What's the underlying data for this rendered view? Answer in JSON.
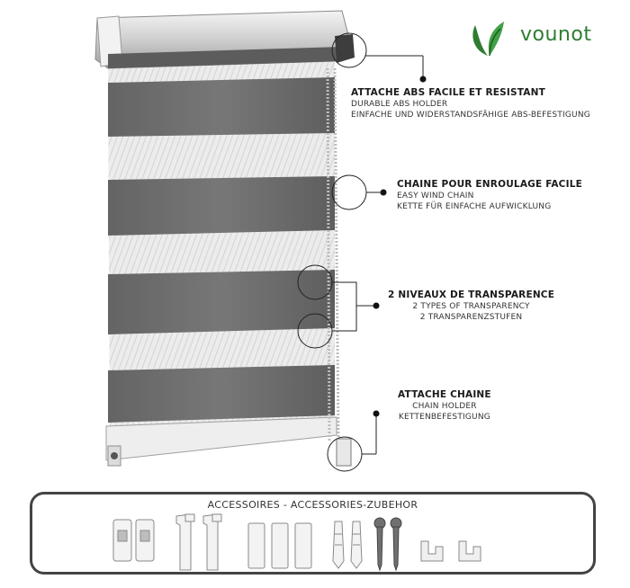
{
  "brand": {
    "name": "vounot",
    "color": "#2e7d32",
    "icon": "leaf-logo-icon"
  },
  "callouts": [
    {
      "title": "ATTACHE ABS FACILE ET RESISTANT",
      "lines": [
        "DURABLE ABS HOLDER",
        "EINFACHE UND WIDERSTANDSFÄHIGE ABS-BEFESTIGUNG"
      ]
    },
    {
      "title": "CHAINE POUR ENROULAGE FACILE",
      "lines": [
        "EASY WIND CHAIN",
        "KETTE FÜR EINFACHE AUFWICKLUNG"
      ]
    },
    {
      "title": "2 NIVEAUX DE TRANSPARENCE",
      "lines": [
        "2 TYPES OF TRANSPARENCY",
        "2 TRANSPARENZSTUFEN"
      ]
    },
    {
      "title": "ATTACHE CHAINE",
      "lines": [
        "CHAIN HOLDER",
        "KETTENBEFESTIGUNG"
      ]
    }
  ],
  "accessories": {
    "title": "ACCESSOIRES - ACCESSORIES-ZUBEHOR",
    "items": [
      "clip-icon",
      "clip-icon",
      "bracket-icon",
      "bracket-icon",
      "spacer-icon",
      "spacer-icon",
      "spacer-icon",
      "wall-plug-icon",
      "wall-plug-icon",
      "screw-icon",
      "screw-icon",
      "chain-holder-icon",
      "chain-holder-icon"
    ]
  },
  "colors": {
    "fabric_dark": "#6e6e6e",
    "fabric_sheer": "#e6e6e6",
    "frame": "#d9d9d9",
    "text": "#1a1a1a"
  }
}
